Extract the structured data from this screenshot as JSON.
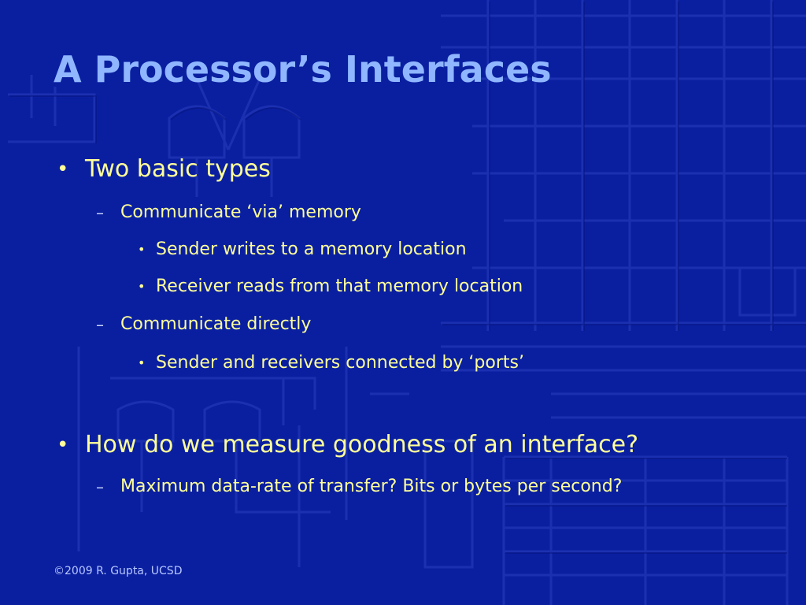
{
  "slide": {
    "title": "A Processor’s Interfaces",
    "bullet1": {
      "marker": "•",
      "text": "Two basic types",
      "sub1": {
        "marker": "–",
        "text": "Communicate ‘via’ memory",
        "items": [
          {
            "marker": "•",
            "text": "Sender writes to a memory location"
          },
          {
            "marker": "•",
            "text": "Receiver reads from that memory location"
          }
        ]
      },
      "sub2": {
        "marker": "–",
        "text": "Communicate directly",
        "items": [
          {
            "marker": "•",
            "text": "Sender and receivers connected by ‘ports’"
          }
        ]
      }
    },
    "bullet2": {
      "marker": "•",
      "text": "How do we measure goodness of an interface?",
      "sub1": {
        "marker": "–",
        "text": "Maximum data-rate of transfer? Bits or bytes per second?"
      }
    },
    "footer": "©2009 R. Gupta, UCSD",
    "colors": {
      "background": "#0a1fa0",
      "title": "#8fb6ff",
      "body_text": "#ffff99",
      "footer": "#b9c8ff"
    }
  }
}
